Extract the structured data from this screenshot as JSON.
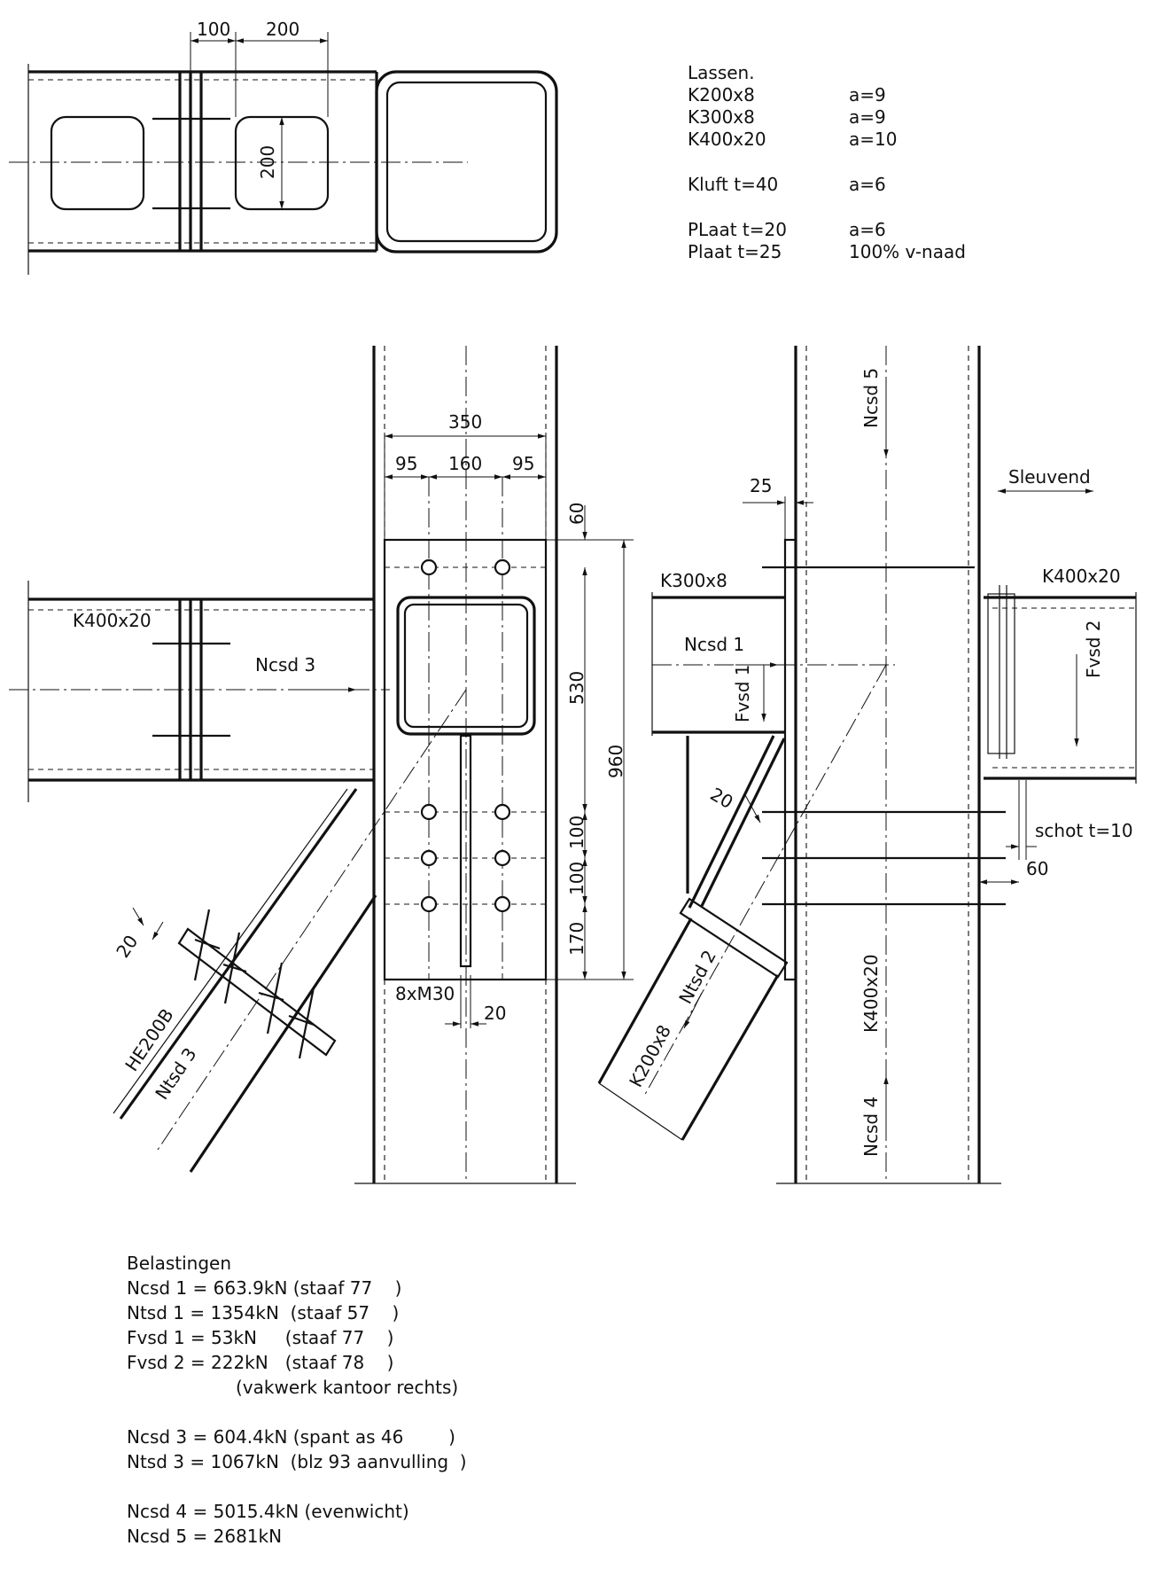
{
  "colors": {
    "ink": "#111111",
    "paper": "#ffffff"
  },
  "welds": {
    "heading": "Lassen.",
    "rows": [
      {
        "member": "K200x8",
        "weld": "a=9"
      },
      {
        "member": "K300x8",
        "weld": "a=9"
      },
      {
        "member": "K400x20",
        "weld": "a=10"
      },
      {
        "member": "Kluft t=40",
        "weld": "a=6"
      },
      {
        "member": "PLaat t=20",
        "weld": "a=6"
      },
      {
        "member": "Plaat t=25",
        "weld": "100% v-naad"
      }
    ]
  },
  "top_view": {
    "dim_100": "100",
    "dim_200h": "200",
    "dim_200v": "200"
  },
  "front_view": {
    "dim_350": "350",
    "dim_95a": "95",
    "dim_160": "160",
    "dim_95b": "95",
    "dim_60": "60",
    "dim_530": "530",
    "dim_960": "960",
    "dim_100a": "100",
    "dim_100b": "100",
    "dim_170": "170",
    "bolts": "8xM30",
    "dim_20_plate": "20",
    "dim_20_brace": "20",
    "beam": "K400x20",
    "force_beam": "Ncsd 3",
    "brace_profile": "HE200B",
    "force_brace": "Ntsd 3"
  },
  "side_view": {
    "dim_25": "25",
    "sleuvend": "Sleuvend",
    "left_beam": "K300x8",
    "right_beam": "K400x20",
    "ncsd1": "Ncsd 1",
    "fvsd1": "Fvsd 1",
    "fvsd2": "Fvsd 2",
    "ncsd5": "Ncsd 5",
    "ncsd4": "Ncsd 4",
    "column": "K400x20",
    "dim_20": "20",
    "ntsd2": "Ntsd 2",
    "brace": "K200x8",
    "schot": "schot t=10",
    "dim_60": "60"
  },
  "loads": {
    "heading": "Belastingen",
    "group1": [
      "Ncsd 1 = 663.9kN (staaf 77    )",
      "Ntsd 1 = 1354kN  (staaf 57    )",
      "Fvsd 1 = 53kN     (staaf 77    )",
      "Fvsd 2 = 222kN   (staaf 78    )",
      "(vakwerk kantoor rechts)"
    ],
    "group2": [
      "Ncsd 3 = 604.4kN (spant as 46        )",
      "Ntsd 3 = 1067kN  (blz 93 aanvulling  )"
    ],
    "group3": [
      "Ncsd 4 = 5015.4kN (evenwicht)",
      "Ncsd 5 = 2681kN"
    ]
  }
}
